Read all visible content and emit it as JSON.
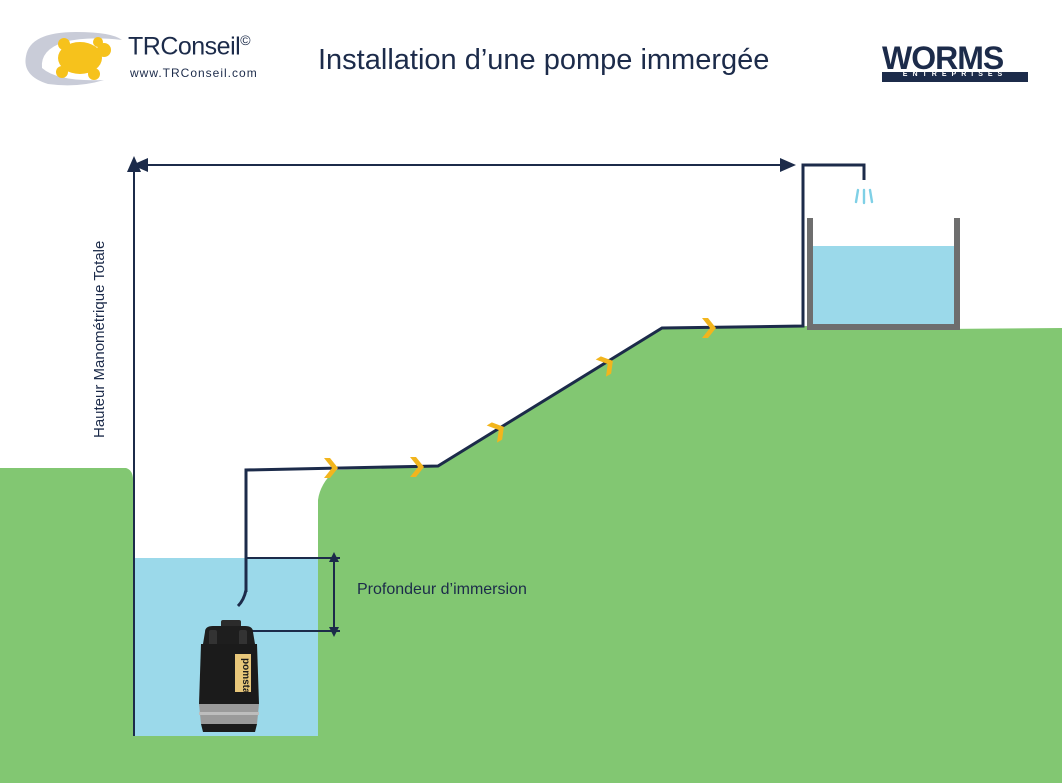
{
  "header": {
    "title": "Installation d’une pompe immergée",
    "left_logo": {
      "name": "TRConseil",
      "copyright": "©",
      "url": "www.TRConseil.com"
    },
    "right_logo": {
      "name": "WORMS",
      "subtitle": "ENTREPRISES"
    }
  },
  "diagram": {
    "labels": {
      "total_head": "Hauteur Manométrique Totale",
      "immersion_depth": "Profondeur d’immersion"
    },
    "pump_brand": "pomstar",
    "colors": {
      "ground": "#82c772",
      "water": "#9bd9ea",
      "pipe": "#1c2b4a",
      "flow_arrows": "#f2b51d",
      "tank": "#6e6e6e",
      "title_text": "#1c2b4a"
    }
  }
}
